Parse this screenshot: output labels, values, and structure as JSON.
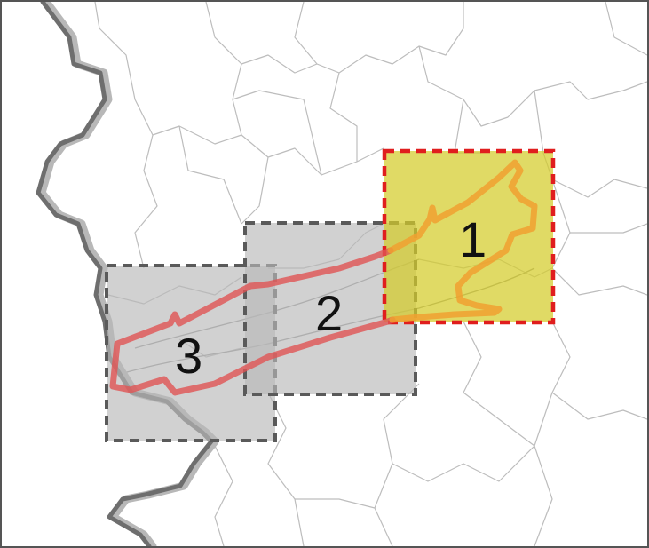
{
  "map": {
    "colors": {
      "background": "#ffffff",
      "frame": "#555555",
      "district_border": "#bdbdbd",
      "river": "#6e6e6e",
      "river_shadow": "#b8b8b8",
      "road": "#9a9a9a",
      "zone_gray_fill": "#b9b9b9",
      "zone_gray_border": "#5a5a5a",
      "zone_yellow_fill": "#d4cc2a",
      "zone_red_border": "#e01e1e",
      "route": "#e05454",
      "route_overlap": "#f0a030"
    },
    "zones": [
      {
        "id": "zone-1",
        "label": "1",
        "style": "red-dashed-yellow"
      },
      {
        "id": "zone-2",
        "label": "2",
        "style": "gray-dashed"
      },
      {
        "id": "zone-3",
        "label": "3",
        "style": "gray-dashed"
      }
    ]
  }
}
